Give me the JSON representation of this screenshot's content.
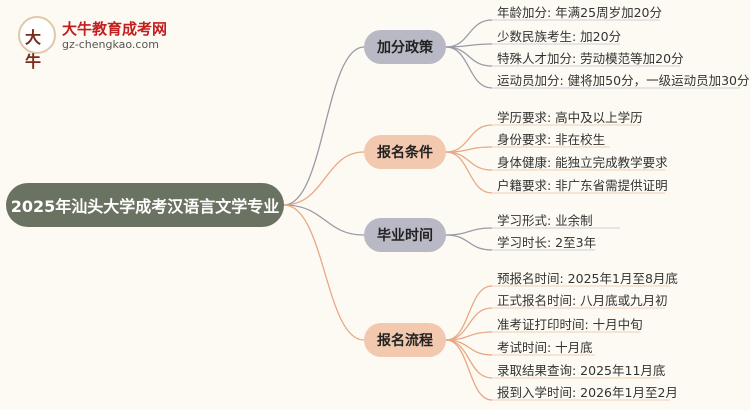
{
  "logo": {
    "glyph": "大牛",
    "name": "大牛教育成考网",
    "url": "gz-chengkao.com"
  },
  "root": {
    "label": "2025年汕头大学成考汉语言文学专业"
  },
  "branches": [
    {
      "label": "加分政策",
      "leaves": [
        "年龄加分: 年满25周岁加20分",
        "少数民族考生: 加20分",
        "特殊人才加分: 劳动模范等加20分",
        "运动员加分: 健将加50分，一级运动员加30分"
      ]
    },
    {
      "label": "报名条件",
      "leaves": [
        "学历要求: 高中及以上学历",
        "身份要求: 非在校生",
        "身体健康: 能独立完成教学要求",
        "户籍要求: 非广东省需提供证明"
      ]
    },
    {
      "label": "毕业时间",
      "leaves": [
        "学习形式: 业余制",
        "学习时长: 2至3年"
      ]
    },
    {
      "label": "报名流程",
      "leaves": [
        "预报名时间: 2025年1月至8月底",
        "正式报名时间: 八月底或九月初",
        "准考证打印时间: 十月中旬",
        "考试时间: 十月底",
        "录取结果查询: 2025年11月底",
        "报到入学时间: 2026年1月至2月"
      ]
    }
  ]
}
